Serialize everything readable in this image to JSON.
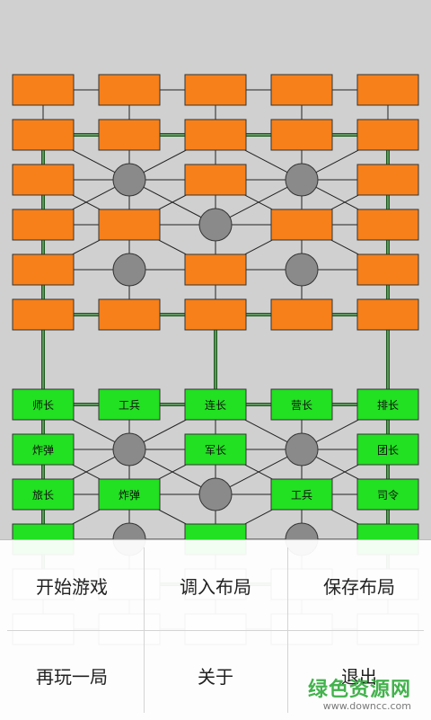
{
  "colors": {
    "background": "#d0d0d0",
    "enemy_piece": "#f7801a",
    "player_piece": "#22e022",
    "camp": "#8a8a8a",
    "line": "#222222",
    "railway": "#1e5a1e",
    "empty_post": "#ededed"
  },
  "board": {
    "enemy_pieces": [
      {
        "col": 0,
        "row": 0
      },
      {
        "col": 1,
        "row": 0
      },
      {
        "col": 2,
        "row": 0
      },
      {
        "col": 3,
        "row": 0
      },
      {
        "col": 4,
        "row": 0
      },
      {
        "col": 0,
        "row": 1
      },
      {
        "col": 1,
        "row": 1
      },
      {
        "col": 2,
        "row": 1
      },
      {
        "col": 3,
        "row": 1
      },
      {
        "col": 4,
        "row": 1
      },
      {
        "col": 0,
        "row": 2
      },
      {
        "col": 2,
        "row": 2
      },
      {
        "col": 4,
        "row": 2
      },
      {
        "col": 0,
        "row": 3
      },
      {
        "col": 1,
        "row": 3
      },
      {
        "col": 3,
        "row": 3
      },
      {
        "col": 4,
        "row": 3
      },
      {
        "col": 0,
        "row": 4
      },
      {
        "col": 2,
        "row": 4
      },
      {
        "col": 4,
        "row": 4
      },
      {
        "col": 0,
        "row": 5
      },
      {
        "col": 1,
        "row": 5
      },
      {
        "col": 2,
        "row": 5
      },
      {
        "col": 3,
        "row": 5
      },
      {
        "col": 4,
        "row": 5
      }
    ],
    "player_pieces": [
      {
        "col": 0,
        "row": 6,
        "label": "师长"
      },
      {
        "col": 1,
        "row": 6,
        "label": "工兵"
      },
      {
        "col": 2,
        "row": 6,
        "label": "连长"
      },
      {
        "col": 3,
        "row": 6,
        "label": "营长"
      },
      {
        "col": 4,
        "row": 6,
        "label": "排长"
      },
      {
        "col": 0,
        "row": 7,
        "label": "炸弹"
      },
      {
        "col": 2,
        "row": 7,
        "label": "军长"
      },
      {
        "col": 4,
        "row": 7,
        "label": "团长"
      },
      {
        "col": 0,
        "row": 8,
        "label": "旅长"
      },
      {
        "col": 1,
        "row": 8,
        "label": "炸弹"
      },
      {
        "col": 3,
        "row": 8,
        "label": "工兵"
      },
      {
        "col": 4,
        "row": 8,
        "label": "司令"
      },
      {
        "col": 0,
        "row": 9,
        "label": ""
      },
      {
        "col": 2,
        "row": 9,
        "label": ""
      },
      {
        "col": 4,
        "row": 9,
        "label": ""
      }
    ],
    "camps": [
      {
        "col": 1,
        "row": 2
      },
      {
        "col": 3,
        "row": 2
      },
      {
        "col": 2,
        "row": 3
      },
      {
        "col": 1,
        "row": 4
      },
      {
        "col": 3,
        "row": 4
      },
      {
        "col": 1,
        "row": 7
      },
      {
        "col": 3,
        "row": 7
      },
      {
        "col": 2,
        "row": 8
      },
      {
        "col": 1,
        "row": 9
      },
      {
        "col": 3,
        "row": 9
      }
    ]
  },
  "menu": {
    "items": [
      {
        "label": "开始游戏",
        "name": "start-game-button"
      },
      {
        "label": "调入布局",
        "name": "load-layout-button"
      },
      {
        "label": "保存布局",
        "name": "save-layout-button"
      },
      {
        "label": "再玩一局",
        "name": "play-again-button"
      },
      {
        "label": "关于",
        "name": "about-button"
      },
      {
        "label": "退出",
        "name": "exit-button"
      }
    ]
  },
  "watermark": {
    "title": "绿色资源网",
    "url": "www.downcc.com"
  }
}
